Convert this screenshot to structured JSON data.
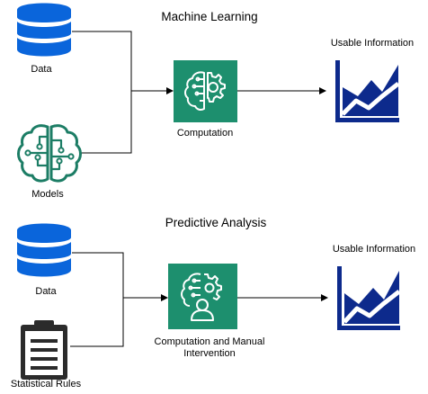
{
  "sections": [
    {
      "title": "Machine Learning",
      "inputs": [
        {
          "label": "Data",
          "icon": "database-icon"
        },
        {
          "label": "Models",
          "icon": "neural-network-brain-icon"
        }
      ],
      "process": {
        "label": "Computation",
        "icon": "brain-gear-icon"
      },
      "output": {
        "label": "Usable Information",
        "icon": "area-chart-icon"
      }
    },
    {
      "title": "Predictive Analysis",
      "inputs": [
        {
          "label": "Data",
          "icon": "database-icon"
        },
        {
          "label": "Statistical Rules",
          "icon": "clipboard-icon"
        }
      ],
      "process": {
        "label": "Computation and Manual Intervention",
        "icon": "brain-gear-person-icon"
      },
      "output": {
        "label": "Usable Information",
        "icon": "area-chart-icon"
      }
    }
  ],
  "colors": {
    "database": "#0a65db",
    "network": "#1c7d65",
    "process_fill": "#1d8f6e",
    "chart": "#0d2a8c",
    "clipboard": "#2b2b2b",
    "line": "#000000"
  }
}
